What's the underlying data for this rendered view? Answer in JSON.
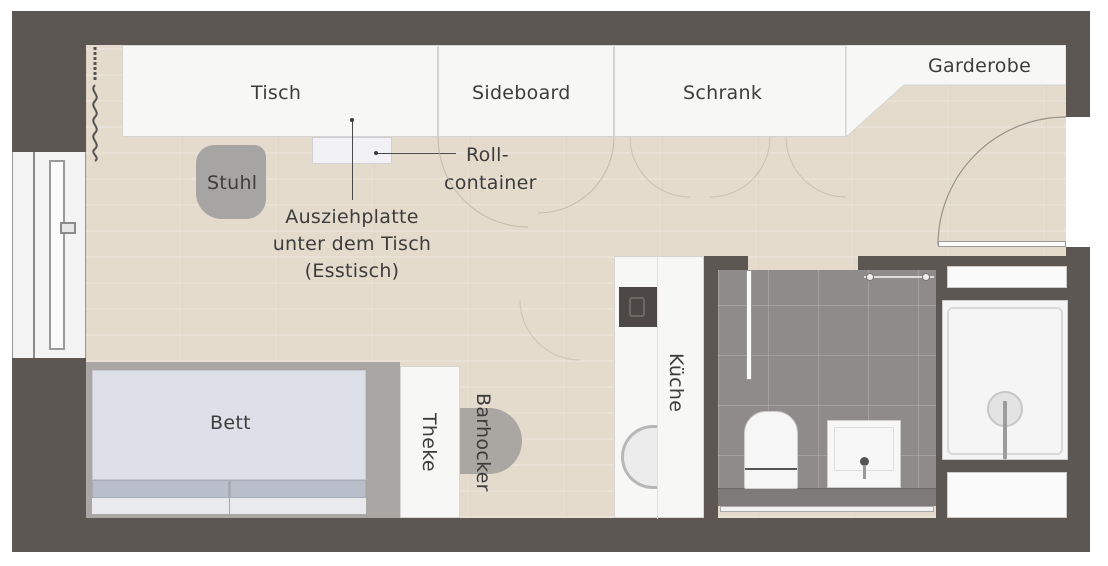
{
  "floorplan": {
    "rooms": {
      "tisch": "Tisch",
      "sideboard": "Sideboard",
      "schrank": "Schrank",
      "garderobe": "Garderobe",
      "stuhl": "Stuhl",
      "rollcontainer_line1": "Roll-",
      "rollcontainer_line2": "container",
      "ausziehplatte_line1": "Ausziehplatte",
      "ausziehplatte_line2": "unter dem Tisch",
      "ausziehplatte_line3": "(Esstisch)",
      "bett": "Bett",
      "theke": "Theke",
      "barhocker": "Barhocker",
      "kueche": "Küche"
    },
    "colors": {
      "wall": "#5d5753",
      "floor": "#e4dbcc",
      "furniture": "#f7f7f6",
      "bed": "#dde0e8",
      "bathroom_tile": "#8e8b8a",
      "text": "#3c3c3c"
    }
  }
}
